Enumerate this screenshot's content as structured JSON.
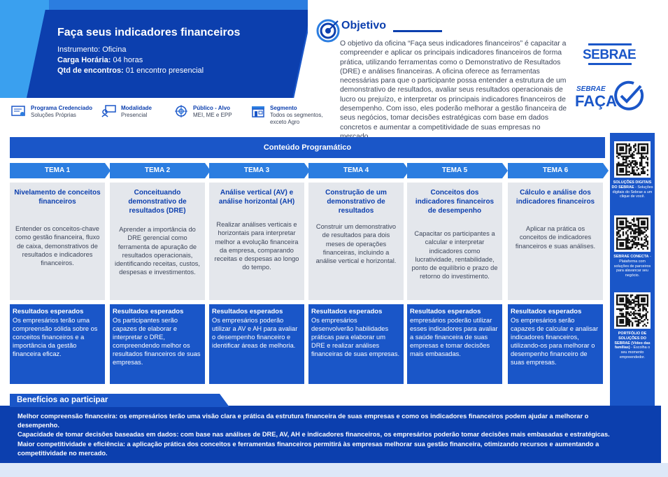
{
  "header": {
    "title": "Faça seus indicadores financeiros",
    "instrumento": "Instrumento: Oficina",
    "carga_label": "Carga Horária:",
    "carga_value": " 04 horas",
    "qtd_label": "Qtd de encontros:",
    "qtd_value": " 01 encontro presencial"
  },
  "objetivo": {
    "title": "Objetivo",
    "text": "O objetivo da oficina “Faça seus indicadores financeiros” é capacitar a compreender e aplicar os principais indicadores financeiros de forma prática, utilizando ferramentas como o Demonstrativo de Resultados (DRE) e análises financeiras. A oficina oferece as ferramentas necessárias para que o participante possa entender a estrutura de um demonstrativo de resultados, avaliar seus resultados operacionais de lucro ou prejuízo, e interpretar os principais indicadores financeiros de desempenho. Com isso, eles poderão melhorar a gestão financeira de seus negócios, tomar decisões estratégicas com base em dados concretos e aumentar a competitividade de suas empresas no mercado."
  },
  "logos": {
    "sebrae": "SEBRAE",
    "faca_top": "SEBRAE",
    "faca_main": "FAÇA"
  },
  "info": [
    {
      "title": "Programa Credenciado",
      "value": "Soluções Próprias",
      "icon": "certificate-icon"
    },
    {
      "title": "Modalidade",
      "value": "Presencial",
      "icon": "people-icon"
    },
    {
      "title": "Público - Alvo",
      "value": "MEI, ME e EPP",
      "icon": "target-icon"
    },
    {
      "title": "Segmento",
      "value": "Todos os segmentos, exceto Agro",
      "icon": "store-icon"
    }
  ],
  "conteudo": {
    "title": "Conteúdo Programático",
    "resultados_label": "Resultados esperados",
    "temas": [
      {
        "tab": "TEMA 1",
        "title": "Nivelamento de conceitos financeiros",
        "desc": "Entender os conceitos-chave como gestão financeira, fluxo de caixa, demonstrativos de resultados e indicadores financeiros.",
        "result": "Os empresários terão uma compreensão sólida sobre os conceitos financeiros e a importância da gestão financeira eficaz."
      },
      {
        "tab": "TEMA 2",
        "title": "Conceituando demonstrativo de resultados (DRE)",
        "desc": "Aprender a importância do DRE gerencial como ferramenta de apuração de resultados operacionais, identificando receitas, custos, despesas e investimentos.",
        "result": "Os participantes serão capazes de elaborar e interpretar o DRE, compreendendo melhor os resultados financeiros de suas empresas."
      },
      {
        "tab": "TEMA 3",
        "title": "Análise vertical (AV) e análise horizontal (AH)",
        "desc": "Realizar análises verticais e horizontais para interpretar melhor a evolução financeira da empresa, comparando receitas e despesas ao longo do tempo.",
        "result": "Os empresários poderão utilizar a AV e AH para avaliar o desempenho financeiro e identificar áreas de melhoria."
      },
      {
        "tab": "TEMA 4",
        "title": "Construção de um demonstrativo de resultados",
        "desc": "Construir um demonstrativo de resultados para dois meses de operações financeiras, incluindo a análise vertical e horizontal.",
        "result": "Os empresários desenvolverão habilidades práticas para elaborar um DRE e realizar análises financeiras de suas empresas."
      },
      {
        "tab": "TEMA 5",
        "title": "Conceitos dos indicadores financeiros de desempenho",
        "desc": "Capacitar os participantes a calcular e interpretar indicadores como lucratividade, rentabilidade, ponto de equilíbrio e prazo de retorno do investimento.",
        "result": "empresários poderão utilizar esses indicadores para avaliar a saúde financeira de suas empresas e tomar decisões mais embasadas."
      },
      {
        "tab": "TEMA 6",
        "title": "Cálculo e análise dos indicadores financeiros",
        "desc": "Aplicar na prática os conceitos de indicadores financeiros e suas análises.",
        "result": "Os empresários serão capazes de calcular e analisar indicadores financeiros, utilizando-os para melhorar o desempenho financeiro de suas empresas."
      }
    ]
  },
  "qr": [
    {
      "bold": "SOLUÇÕES DIGITAIS DO SEBRAE",
      "text": " - Soluções digitais do Sebrae a um clique de você."
    },
    {
      "bold": "SEBRAE CONECTA",
      "text": " - Plataforma com soluções de parceiros para alavancar seu negócio."
    },
    {
      "bold": "PORTFÓLIO DE SOLUÇÕES DO SEBRAE (Vídeo das famílias)",
      "text": " - Escolha o seu momento empreendedor."
    }
  ],
  "beneficios": {
    "title": "Benefícios ao participar",
    "lines": [
      "Melhor compreensão financeira: os empresários terão uma visão clara e prática da estrutura financeira de suas empresas e como os indicadores financeiros podem ajudar a melhorar o desempenho.",
      "Capacidade de tomar decisões baseadas em dados: com base nas análises de DRE, AV, AH e indicadores financeiros, os empresários poderão tomar decisões mais embasadas e estratégicas.",
      "Maior competitividade e eficiência: a aplicação prática dos conceitos e ferramentas financeiros permitirá às empresas melhorar sua gestão financeira, otimizando recursos e aumentando a competitividade no mercado."
    ]
  },
  "colors": {
    "primary": "#1a56c8",
    "dark": "#0c3fae",
    "light": "#2b7de0",
    "grey": "#e4e7ec"
  }
}
